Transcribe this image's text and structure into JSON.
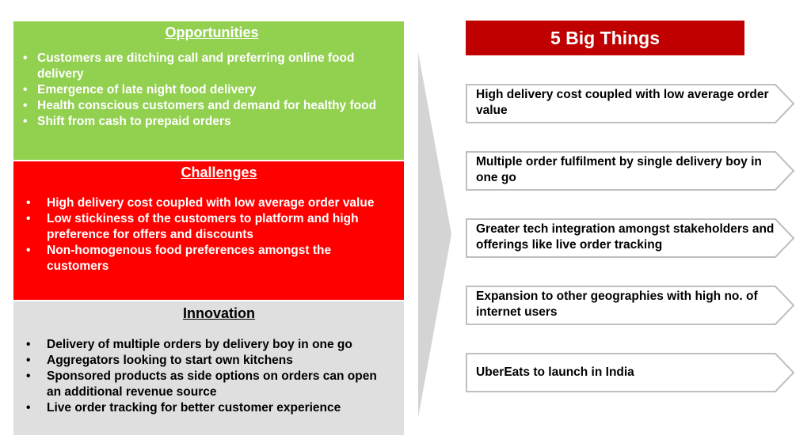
{
  "opportunities": {
    "title": "Opportunities",
    "items": [
      "Customers are ditching call and preferring online food delivery",
      "Emergence of late night food delivery",
      "Health conscious customers and demand for healthy food",
      "Shift from cash to prepaid orders"
    ]
  },
  "challenges": {
    "title": "Challenges",
    "items": [
      "High delivery cost  coupled with low average order value",
      "Low stickiness of the customers to platform and high preference for offers and discounts",
      "Non-homogenous food preferences amongst the customers"
    ]
  },
  "innovation": {
    "title": "Innovation",
    "items": [
      "Delivery of multiple orders by delivery boy in one go",
      "Aggregators looking to start own kitchens",
      "Sponsored products as side options on orders can open an additional revenue source",
      "Live order tracking for better customer experience"
    ]
  },
  "big_things": {
    "title": "5 Big Things",
    "items": [
      "High delivery cost coupled with low average order value",
      "Multiple order fulfilment by single delivery boy in one go",
      "Greater tech integration amongst stakeholders and offerings like live order tracking",
      "Expansion to other geographies with high no. of internet users",
      "UberEats to launch in India"
    ]
  },
  "colors": {
    "opportunities_bg": "#92d050",
    "challenges_bg": "#ff0000",
    "innovation_bg": "#dfdfdf",
    "header_bg": "#c00000",
    "arrow_fill": "#d4d4d4",
    "chevron_border": "#bfbfbf"
  }
}
